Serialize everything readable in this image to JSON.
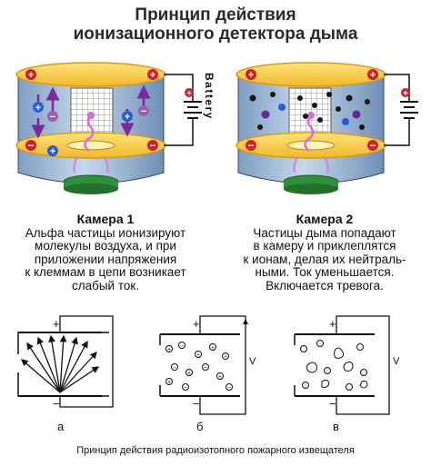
{
  "title": {
    "line1": "Принцип действия",
    "line2": "ионизационного детектора дыма"
  },
  "battery_label": "Battery",
  "chamber1": {
    "heading": "Камера 1",
    "lines": [
      "Альфа частицы ионизируют",
      "молекулы воздуха, и при",
      "приложении напряжения",
      "к клеммам в цепи возникает",
      "слабый ток."
    ]
  },
  "chamber2": {
    "heading": "Камера 2",
    "lines": [
      "Частицы дыма попадают",
      "в камеру и приклеплятся",
      "к ионам, делая их нейтраль-",
      "ными. Ток уменьшается.",
      "Включается тревога."
    ]
  },
  "schemes": {
    "a": "а",
    "b": "б",
    "c": "в",
    "plus": "+",
    "minus": "−",
    "voltage": "V"
  },
  "footer": "Принцип действия радиоизотопного пожарного извещателя",
  "colors": {
    "chamber_fill": "#a9c2dc",
    "plate": "#f2c84a",
    "plate_edge": "#d89a16",
    "base": "#2f8f3a",
    "plus_red": "#d0202a",
    "ion_blue": "#2a5bd8",
    "smoke": "#141414",
    "arrow_purple": "#7a2a9a"
  }
}
